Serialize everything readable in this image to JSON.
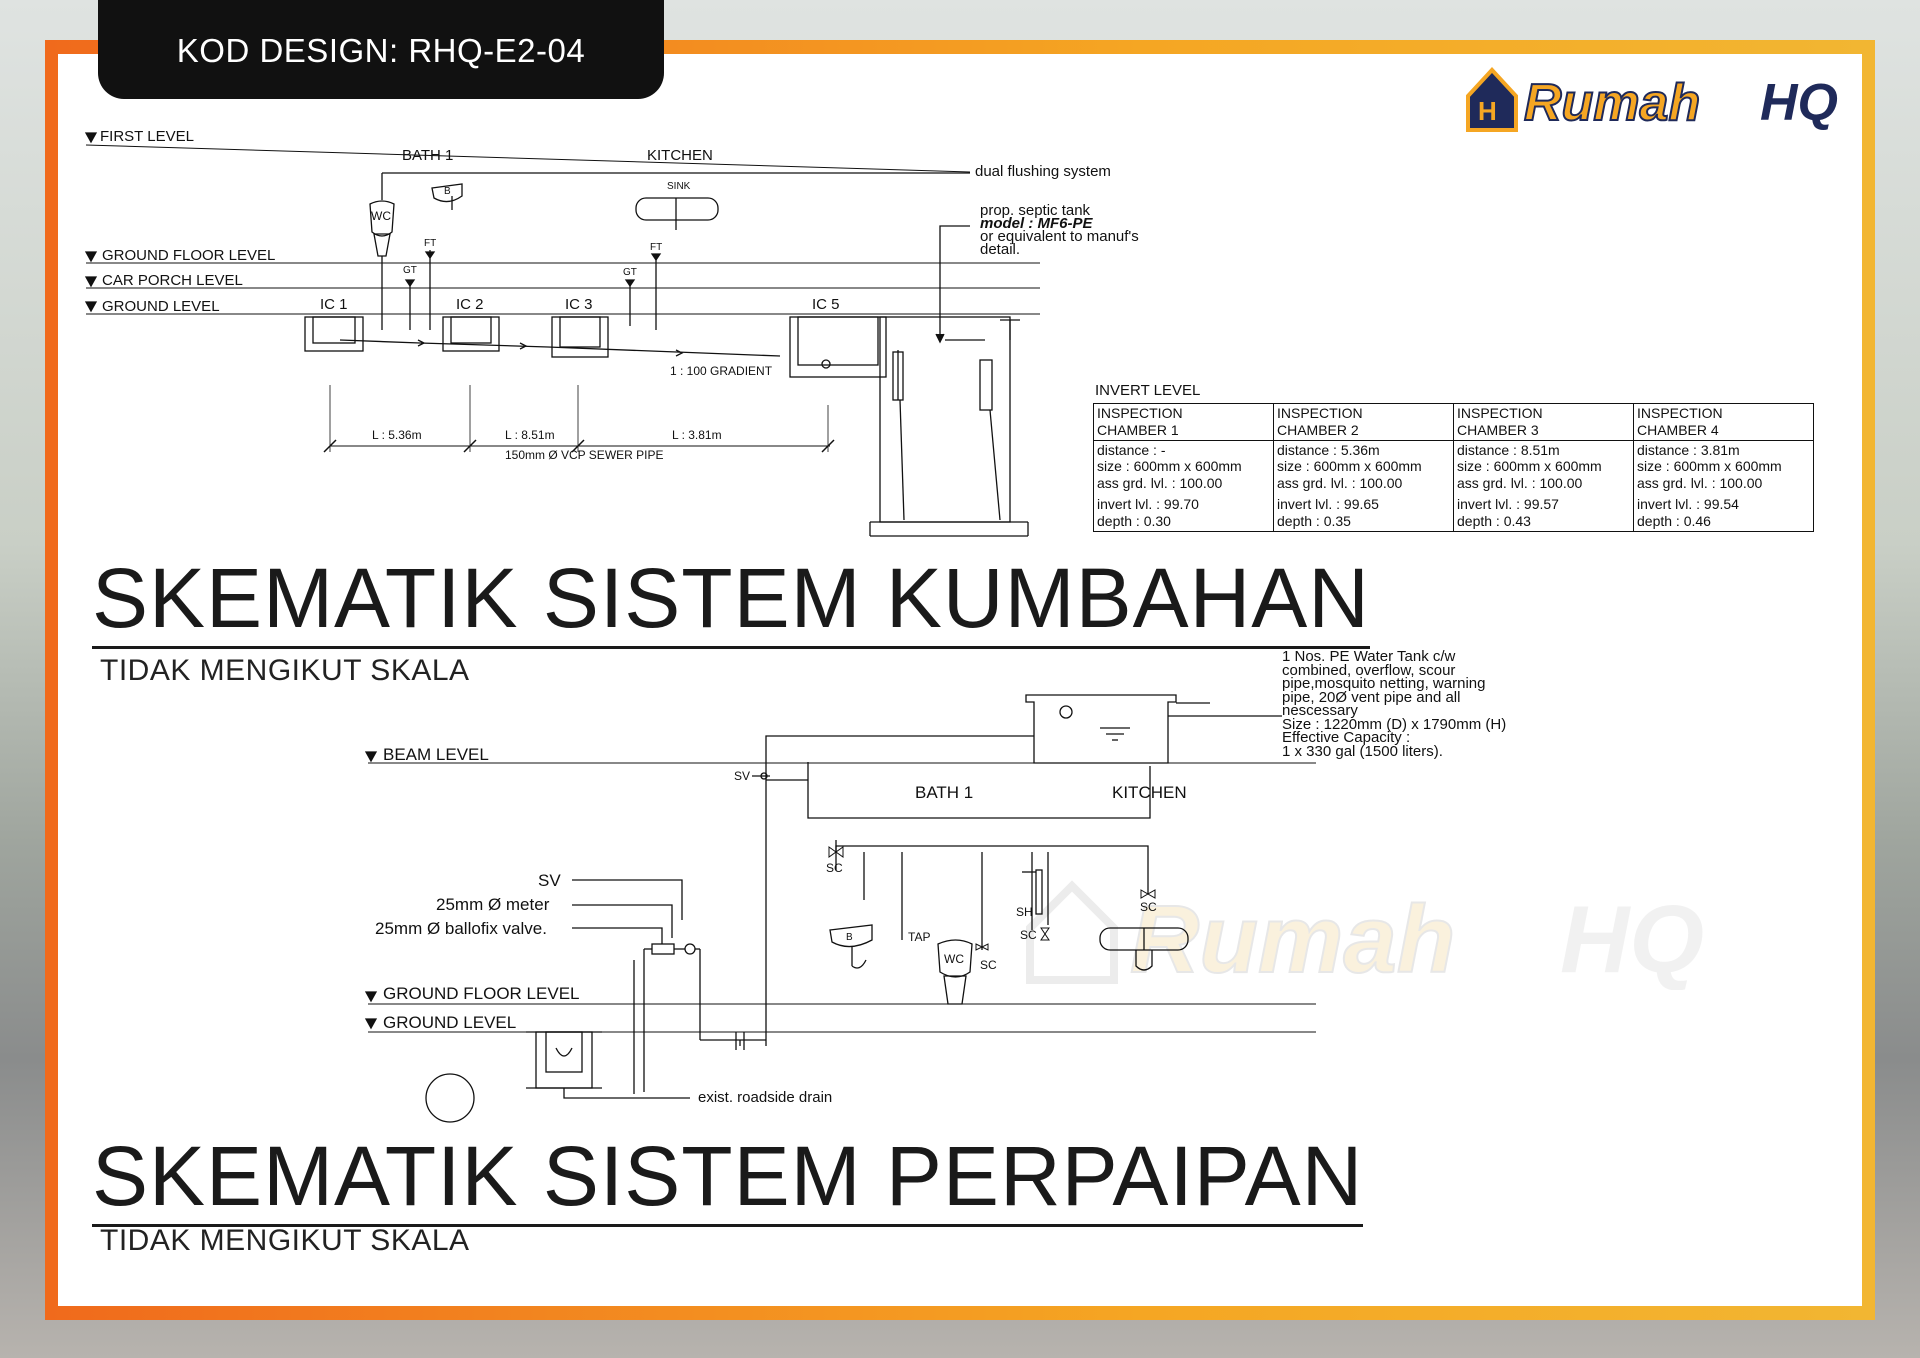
{
  "header": {
    "design_code": "KOD DESIGN: RHQ-E2-04"
  },
  "brand": {
    "logo_text_main": "Rumah",
    "logo_text_accent": "HQ",
    "accent_color": "#f5a623",
    "dark_color": "#1f2a5a"
  },
  "sewer": {
    "title": "SKEMATIK SISTEM KUMBAHAN",
    "subtitle": "TIDAK MENGIKUT SKALA",
    "levels": {
      "first": "FIRST LEVEL",
      "ground_floor": "GROUND FLOOR LEVEL",
      "car_porch": "CAR PORCH LEVEL",
      "ground": "GROUND LEVEL"
    },
    "rooms": {
      "bath": "BATH 1",
      "kitchen": "KITCHEN"
    },
    "fixtures": {
      "wc": "WC",
      "sink": "SINK",
      "ft1": "FT",
      "ft2": "FT",
      "gt1": "GT",
      "gt2": "GT",
      "b": "B"
    },
    "chambers": [
      "IC 1",
      "IC 2",
      "IC 3",
      "IC 5"
    ],
    "notes": {
      "dual_flush": "dual flushing system",
      "septic_1": "prop. septic tank",
      "septic_2": "model : MF6-PE",
      "septic_3": "or equivalent to manuf's",
      "septic_4": "detail.",
      "gradient": "1 : 100 GRADIENT",
      "pipe": "150mm Ø VCP SEWER PIPE"
    },
    "distances": [
      "L : 5.36m",
      "L : 8.51m",
      "L : 3.81m"
    ],
    "invert_title": "INVERT LEVEL",
    "invert_table": [
      {
        "h1": "INSPECTION",
        "h2": "CHAMBER 1",
        "distance": "distance : -",
        "size": "size : 600mm x 600mm",
        "grd": "ass grd. lvl. : 100.00",
        "invert": "invert lvl. : 99.70",
        "depth": "depth : 0.30"
      },
      {
        "h1": "INSPECTION",
        "h2": "CHAMBER 2",
        "distance": "distance : 5.36m",
        "size": "size : 600mm x 600mm",
        "grd": "ass grd. lvl. : 100.00",
        "invert": "invert lvl. : 99.65",
        "depth": "depth : 0.35"
      },
      {
        "h1": "INSPECTION",
        "h2": "CHAMBER 3",
        "distance": "distance : 8.51m",
        "size": "size : 600mm x 600mm",
        "grd": "ass grd. lvl. : 100.00",
        "invert": "invert lvl. : 99.57",
        "depth": "depth : 0.43"
      },
      {
        "h1": "INSPECTION",
        "h2": "CHAMBER 4",
        "distance": "distance : 3.81m",
        "size": "size : 600mm x 600mm",
        "grd": "ass grd. lvl. : 100.00",
        "invert": "invert lvl. : 99.54",
        "depth": "depth : 0.46"
      }
    ]
  },
  "piping": {
    "title": "SKEMATIK SISTEM PERPAIPAN",
    "subtitle": "TIDAK MENGIKUT SKALA",
    "levels": {
      "beam": "BEAM LEVEL",
      "ground_floor": "GROUND FLOOR LEVEL",
      "ground": "GROUND LEVEL"
    },
    "rooms": {
      "bath": "BATH 1",
      "kitchen": "KITCHEN"
    },
    "tank_note": [
      "1 Nos. PE Water Tank c/w",
      "combined, overflow, scour",
      "pipe,mosquito netting, warning",
      "pipe, 20Ø vent pipe and all",
      "nescessary",
      "Size : 1220mm (D) x 1790mm (H)",
      "Effective Capacity :",
      "1 x 330 gal (1500 liters)."
    ],
    "labels": {
      "sv_top": "SV",
      "sv": "SV",
      "meter": "25mm Ø meter",
      "ballofix": "25mm Ø ballofix valve.",
      "drain": "exist. roadside drain",
      "sc1": "SC",
      "sc2": "SC",
      "sc3": "SC",
      "sc4": "SC",
      "sh": "SH",
      "tap": "TAP",
      "wc": "WC",
      "b": "B"
    }
  }
}
